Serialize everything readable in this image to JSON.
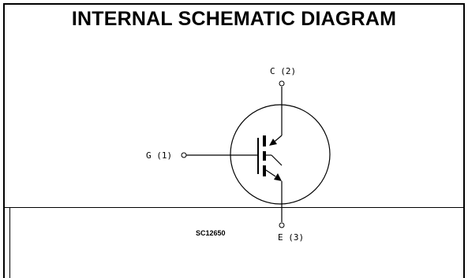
{
  "title": "INTERNAL SCHEMATIC DIAGRAM",
  "pins": {
    "collector": "C (2)",
    "gate": "G (1)",
    "emitter": "E (3)"
  },
  "drawing_code": "SC12650"
}
